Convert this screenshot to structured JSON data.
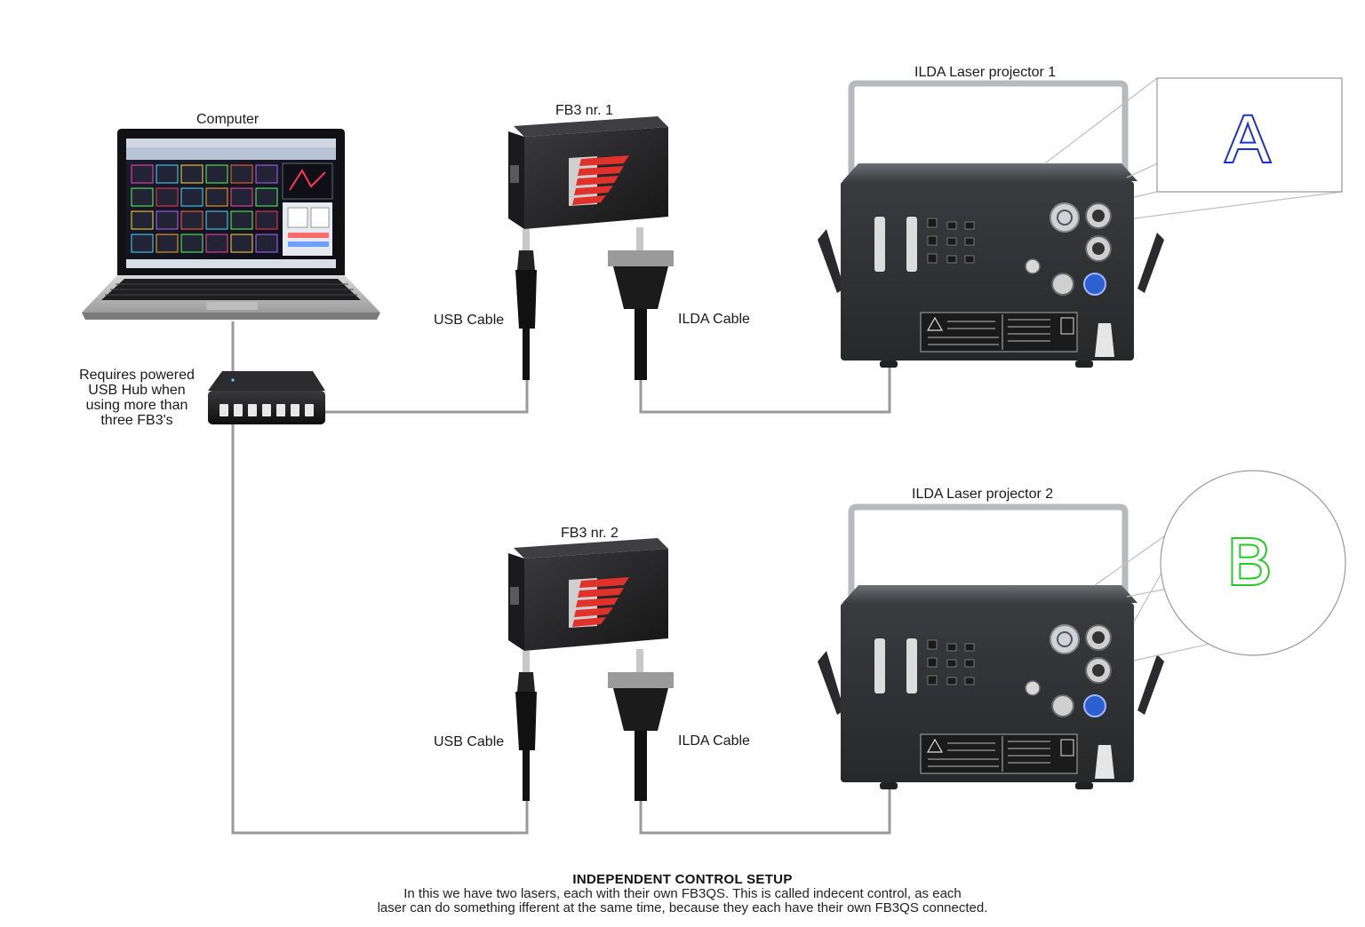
{
  "labels": {
    "computer": "Computer",
    "fb3_1": "FB3 nr. 1",
    "fb3_2": "FB3 nr. 2",
    "projector_1": "ILDA Laser projector 1",
    "projector_2": "ILDA Laser projector 2",
    "usb_cable": "USB Cable",
    "ilda_cable": "ILDA Cable",
    "hub_note": [
      "Requires powered",
      "USB Hub when",
      "using more than",
      "three FB3's"
    ],
    "projection_a": "A",
    "projection_b": "B"
  },
  "caption": {
    "title": "INDEPENDENT CONTROL SETUP",
    "lines": [
      "In this we have two lasers, each with their own FB3QS. This is called indecent control, as each",
      "laser can do something ifferent at the same time, because they each have their own FB3QS connected."
    ]
  },
  "colors": {
    "projection_a": "#1a2fd6",
    "projection_b": "#22cc22",
    "wire": "#9a9a9a",
    "device_body": "#2b2b2d",
    "fb3_logo": "#e0312b"
  }
}
